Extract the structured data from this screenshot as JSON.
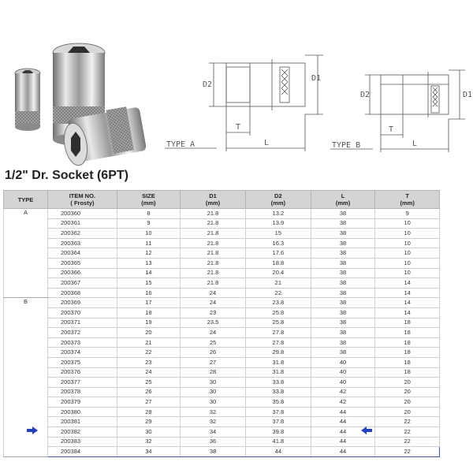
{
  "header": {
    "title": "1/2\" Dr. Socket (6PT)"
  },
  "drawings": {
    "type_a_label": "TYPE   A",
    "type_b_label": "TYPE   B",
    "dim_d1": "D1",
    "dim_d2": "D2",
    "dim_t": "T",
    "dim_l": "L"
  },
  "table": {
    "headers": [
      {
        "line1": "TYPE",
        "line2": ""
      },
      {
        "line1": "ITEM NO.",
        "line2": "( Frosty)"
      },
      {
        "line1": "SIZE",
        "line2": "(mm)"
      },
      {
        "line1": "D1",
        "line2": "(mm)"
      },
      {
        "line1": "D2",
        "line2": "(mm)"
      },
      {
        "line1": "L",
        "line2": "(mm)"
      },
      {
        "line1": "T",
        "line2": "(mm)"
      }
    ],
    "groups": [
      {
        "type": "A",
        "rows": [
          [
            "200360",
            "8",
            "21.8",
            "13.2",
            "38",
            "9"
          ],
          [
            "200361",
            "9",
            "21.8",
            "13.9",
            "38",
            "10"
          ],
          [
            "200362",
            "10",
            "21.8",
            "15",
            "38",
            "10"
          ],
          [
            "200363",
            "11",
            "21.8",
            "16.3",
            "38",
            "10"
          ],
          [
            "200364",
            "12",
            "21.8",
            "17.6",
            "38",
            "10"
          ],
          [
            "200365",
            "13",
            "21.8",
            "18.8",
            "38",
            "10"
          ],
          [
            "200366",
            "14",
            "21.8",
            "20.4",
            "38",
            "10"
          ],
          [
            "200367",
            "15",
            "21.8",
            "21",
            "38",
            "14"
          ],
          [
            "200368",
            "16",
            "24",
            "22",
            "38",
            "14"
          ]
        ]
      },
      {
        "type": "B",
        "rows": [
          [
            "200369",
            "17",
            "24",
            "23.8",
            "38",
            "14"
          ],
          [
            "200370",
            "18",
            "23",
            "25.8",
            "38",
            "14"
          ],
          [
            "200371",
            "19",
            "23.5",
            "25.8",
            "38",
            "18"
          ],
          [
            "200372",
            "20",
            "24",
            "27.8",
            "38",
            "18"
          ],
          [
            "200373",
            "21",
            "25",
            "27.8",
            "38",
            "18"
          ],
          [
            "200374",
            "22",
            "26",
            "29.8",
            "38",
            "18"
          ],
          [
            "200375",
            "23",
            "27",
            "31.8",
            "40",
            "18"
          ],
          [
            "200376",
            "24",
            "28",
            "31.8",
            "40",
            "18"
          ],
          [
            "200377",
            "25",
            "30",
            "33.8",
            "40",
            "20"
          ],
          [
            "200378",
            "26",
            "30",
            "33.8",
            "42",
            "20"
          ],
          [
            "200379",
            "27",
            "30",
            "35.8",
            "42",
            "20"
          ],
          [
            "200380",
            "28",
            "32",
            "37.8",
            "44",
            "20"
          ],
          [
            "200381",
            "29",
            "32",
            "37.8",
            "44",
            "22"
          ],
          [
            "200382",
            "30",
            "34",
            "39.8",
            "44",
            "22"
          ],
          [
            "200383",
            "32",
            "36",
            "41.8",
            "44",
            "22"
          ],
          [
            "200384",
            "34",
            "38",
            "44",
            "44",
            "22"
          ]
        ]
      }
    ],
    "highlighted_item": "200384"
  },
  "colors": {
    "header_bg": "#d4d4d4",
    "highlight": "#3b57c9",
    "arrow": "#2140c8"
  }
}
